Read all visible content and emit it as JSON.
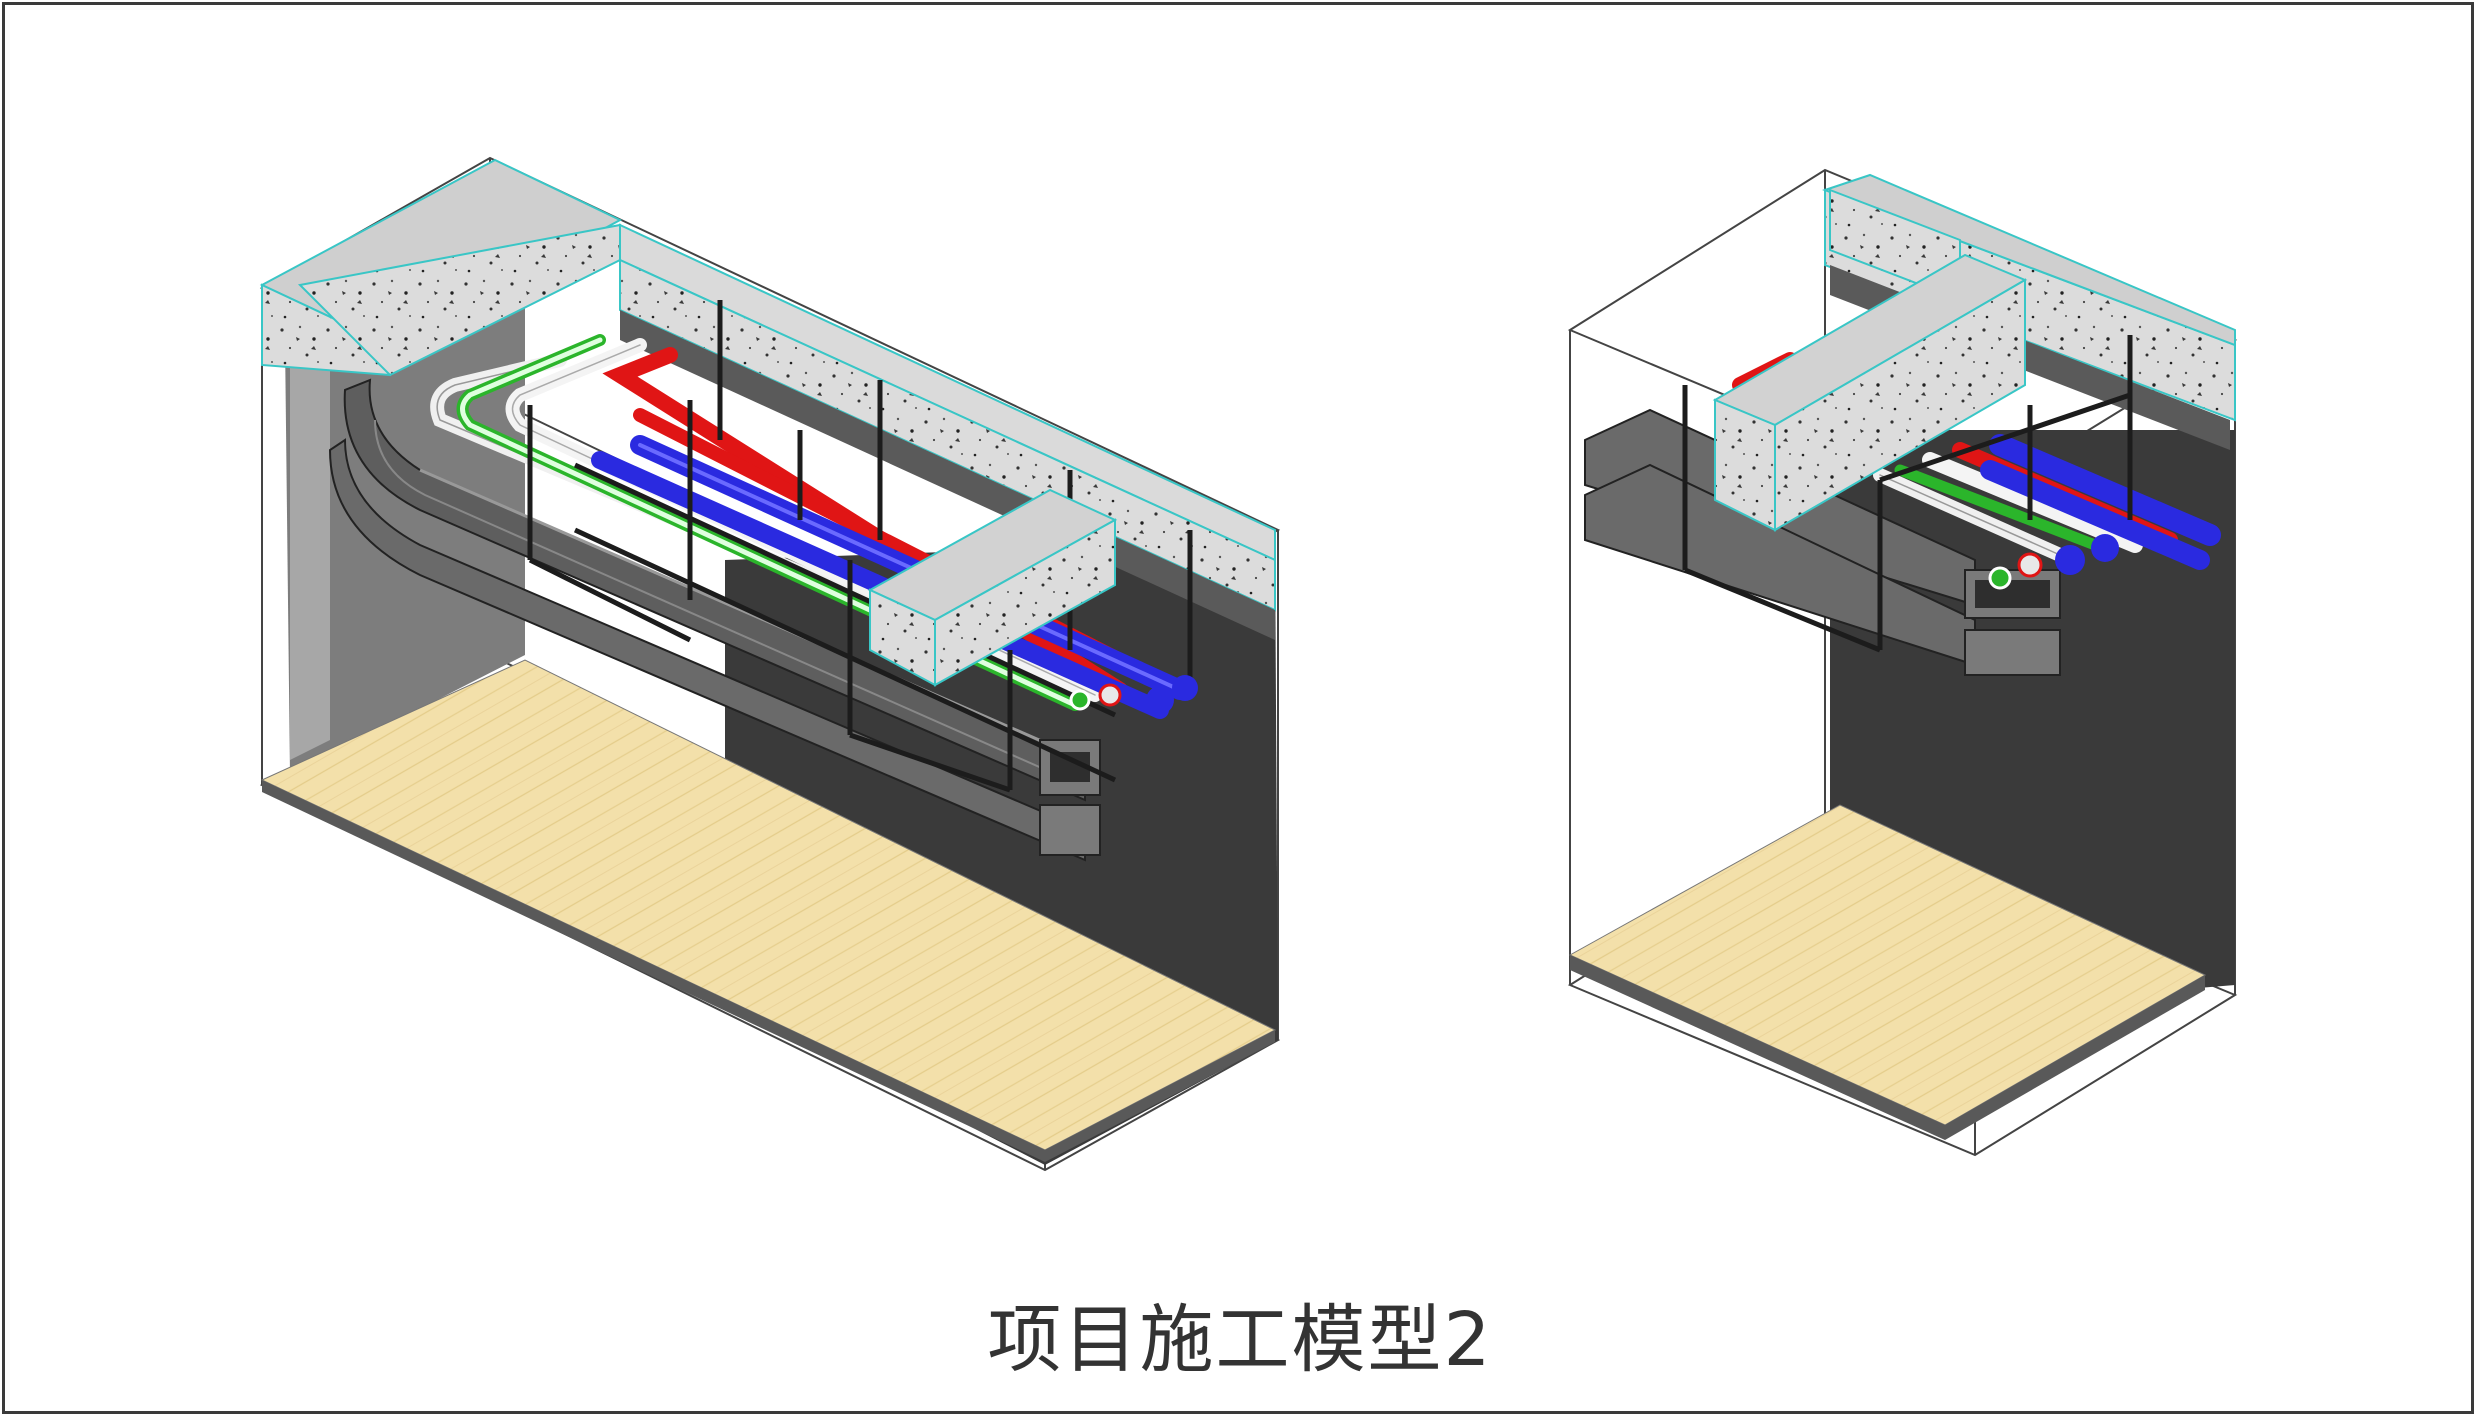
{
  "caption": "项目施工模型2",
  "models": [
    {
      "name": "model-left"
    },
    {
      "name": "model-right"
    }
  ],
  "colors": {
    "concrete": "#d9d9d9",
    "concrete_dark": "#8c8c8c",
    "wall_dark": "#3a3a3a",
    "floor": "#f2dfa8",
    "edge_cyan": "#39c6c6",
    "pipe_red": "#e01515",
    "pipe_blue": "#2a2ae0",
    "pipe_green": "#2bb52b",
    "pipe_white": "#eeeeee",
    "tray": "#6e6e6e",
    "hanger": "#1c1c1c"
  }
}
